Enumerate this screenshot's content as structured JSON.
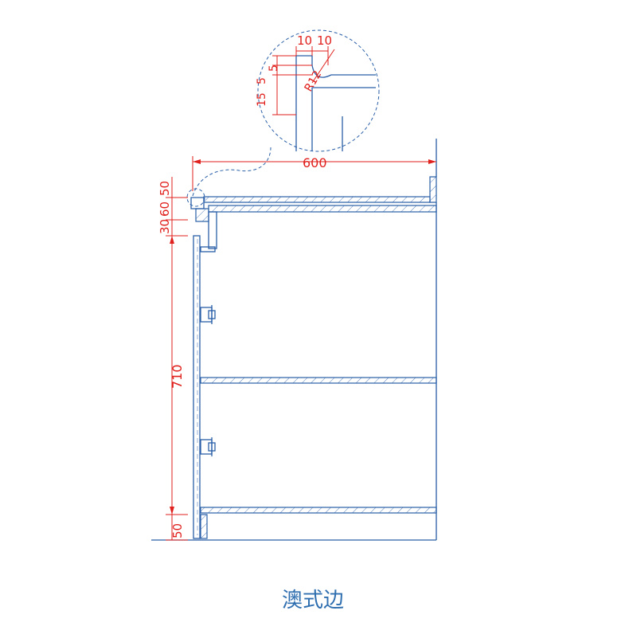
{
  "drawing": {
    "caption": "澳式边",
    "dimensions": {
      "overall_width": "600",
      "top_50": "50",
      "top_60": "60",
      "top_30": "30",
      "door_height": "710",
      "bottom_50": "50"
    },
    "detail": {
      "dim_left_10": "10",
      "dim_right_10": "10",
      "dim_5a": "5",
      "dim_5b": "5",
      "dim_15": "15",
      "radius": "R12"
    }
  },
  "colors": {
    "line": "#2a5fa8",
    "dimension": "#e0201c",
    "caption": "#2f6fb0"
  }
}
